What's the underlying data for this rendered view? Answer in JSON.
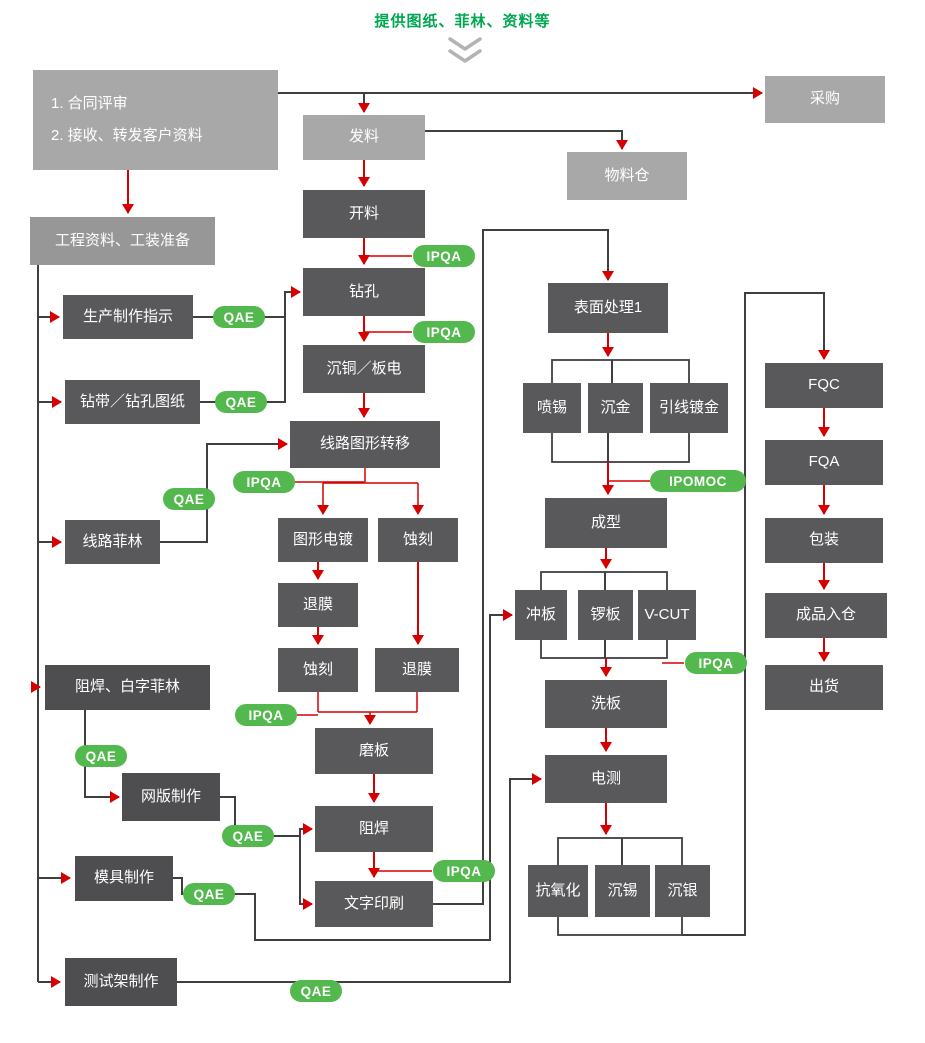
{
  "header": {
    "title": "提供图纸、菲林、资料等"
  },
  "pill_labels": {
    "qae": "QAE",
    "ipqa": "IPQA",
    "ipomoc": "IPOMOC"
  },
  "nodes": {
    "contract": {
      "line1": "1. 合同评审",
      "line2": "2. 接收、转发客户资料"
    },
    "faliao": {
      "label": "发料"
    },
    "caigou": {
      "label": "采购"
    },
    "wuliaocang": {
      "label": "物料仓"
    },
    "gongcheng": {
      "label": "工程资料、工装准备"
    },
    "kailiao": {
      "label": "开料"
    },
    "zuankong": {
      "label": "钻孔"
    },
    "chentong": {
      "label": "沉铜／板电"
    },
    "shengchan": {
      "label": "生产制作指示"
    },
    "zuandai": {
      "label": "钻带／钻孔图纸"
    },
    "xianlu_feilin": {
      "label": "线路菲林"
    },
    "xianlu_zhuanyi": {
      "label": "线路图形转移"
    },
    "tuxing_diandu": {
      "label": "图形电镀"
    },
    "shike1": {
      "label": "蚀刻"
    },
    "tuimo1": {
      "label": "退膜"
    },
    "shike2": {
      "label": "蚀刻"
    },
    "tuimo2": {
      "label": "退膜"
    },
    "moban": {
      "label": "磨板"
    },
    "zuhan": {
      "label": "阻焊"
    },
    "wenzi": {
      "label": "文字印刷"
    },
    "zuhan_feilin": {
      "label": "阻焊、白字菲林"
    },
    "wangban": {
      "label": "网版制作"
    },
    "moju": {
      "label": "模具制作"
    },
    "ceshijia": {
      "label": "测试架制作"
    },
    "biaomian": {
      "label": "表面处理1"
    },
    "penxi": {
      "label": "喷锡"
    },
    "chenjin": {
      "label": "沉金"
    },
    "yinxian": {
      "label": "引线镀金"
    },
    "chengxing": {
      "label": "成型"
    },
    "chongban": {
      "label": "冲板"
    },
    "luoban": {
      "label": "锣板"
    },
    "vcut": {
      "label": "V-CUT"
    },
    "xiban": {
      "label": "洗板"
    },
    "diance": {
      "label": "电测"
    },
    "kangyanghua": {
      "label": "抗氧化"
    },
    "chenxi": {
      "label": "沉锡"
    },
    "chenyin": {
      "label": "沉银"
    },
    "fqc": {
      "label": "FQC"
    },
    "fqa": {
      "label": "FQA"
    },
    "baozhuang": {
      "label": "包装"
    },
    "chengpin": {
      "label": "成品入仓"
    },
    "chuhuo": {
      "label": "出货"
    }
  },
  "colors": {
    "accent_green": "#00a651",
    "pill_green": "#53b94e",
    "arrow_red": "#d60000",
    "box_light": "#a8a8a8",
    "box_mid": "#979797",
    "box_dark": "#59595b",
    "box_darker": "#4e4e50",
    "line_gray": "#3f3f3f"
  }
}
